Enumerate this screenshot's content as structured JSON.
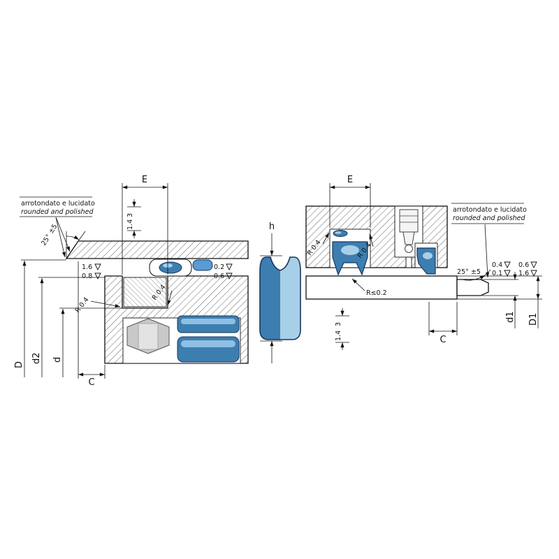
{
  "colors": {
    "seal_blue": "#3d7eb0",
    "seal_blue_light": "#a8cfe8",
    "outline_blue": "#17375e",
    "drawing_line": "#111111"
  },
  "left": {
    "note_line1": "arrotondato e lucidato",
    "note_line2": "rounded and polished",
    "angle_label": "25° ±5",
    "dim_E": "E",
    "alt_dim_upper": "3",
    "alt_dim_lower": "1.4",
    "finish_outer_top": "1.6",
    "finish_outer_bottom": "0.8",
    "finish_inner_top": "0.2",
    "finish_inner_bottom": "0.6",
    "radius_1": "R 0.4",
    "radius_2": "R 0.4",
    "dim_D": "D",
    "dim_d2": "d2",
    "dim_d": "d",
    "dim_C": "C"
  },
  "middle": {
    "dim_h": "h"
  },
  "right": {
    "dim_E": "E",
    "radius_1": "R 0.4",
    "radius_2": "R 0.4",
    "radius_3": "R≤0.2",
    "angle_label": "25° ±5",
    "note_line1": "arrotondato e lucidato",
    "note_line2": "rounded and polished",
    "finish_rod_top": "0.4",
    "finish_rod_bottom": "0.1",
    "finish_groove_top": "0.6",
    "finish_groove_bottom": "1.6",
    "alt_dim_upper": "3",
    "alt_dim_lower": "1.4",
    "dim_C": "C",
    "dim_d1": "d1",
    "dim_D1": "D1"
  }
}
